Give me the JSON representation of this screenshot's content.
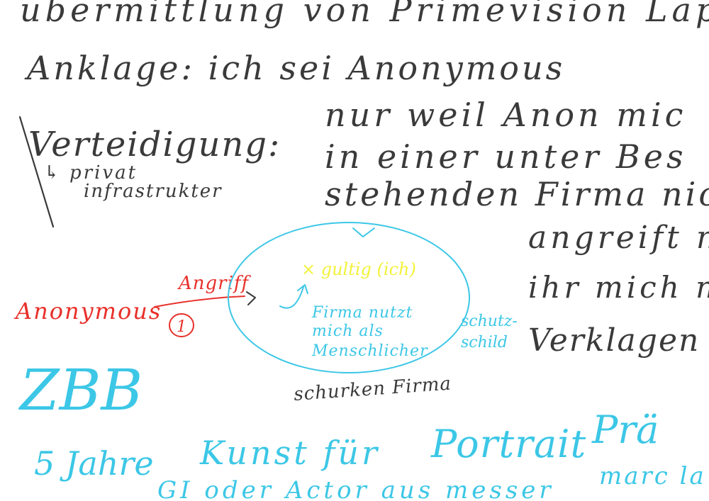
{
  "colors": {
    "ink": "#3a3a3a",
    "red": "#e8302a",
    "cyan": "#3cc7e6",
    "cyan_dark": "#2bb8d8",
    "yellow": "#f2f23a",
    "background": "#ffffff"
  },
  "notes": {
    "line1": "übermittlung von Primevision Laptop",
    "line2": "Anklage: ich sei Anonymous",
    "defense_label": "Verteidigung:",
    "defense_sub1": "↳ privat",
    "defense_sub2": "infrastrukter",
    "defense_text1": "nur weil Anon mic",
    "defense_text2": "in einer unter Bes",
    "defense_text3": "stehenden Firma nic",
    "defense_text4": "angreift n",
    "defense_text5": "ihr mich n",
    "defense_text6": "Verklagen"
  },
  "diagram": {
    "anonymous": "Anonymous",
    "attack": "Angriff",
    "attack_number": "1",
    "guilty": "× gultig (ich)",
    "circle_text1": "Firma nutzt",
    "circle_text2": "mich als",
    "circle_text3": "Menschlicher",
    "shield1": "schutz-",
    "shield2": "schild",
    "circle_label": "schurken Firma"
  },
  "footer": {
    "zbb": "ZBB",
    "years": "5 Jahre",
    "kunst": "Kunst für",
    "portrait": "Portrait",
    "pra": "Prä",
    "marc": "marc la",
    "line2": "GI oder Actor aus messer"
  }
}
